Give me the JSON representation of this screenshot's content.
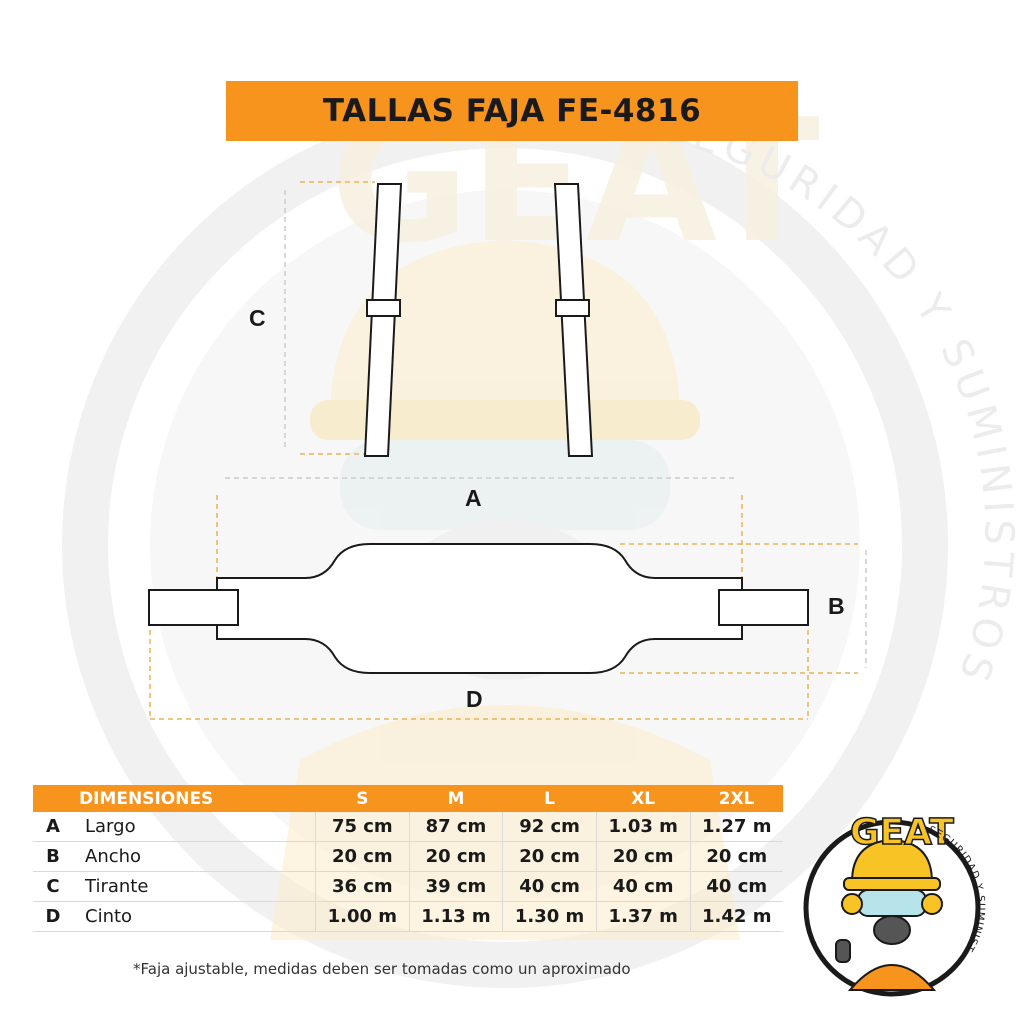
{
  "title": "TALLAS FAJA FE-4816",
  "watermark": {
    "brand": "GEAT",
    "tagline": "SEGURIDAD Y SUMINISTROS"
  },
  "diagram": {
    "labels": {
      "A": "A",
      "B": "B",
      "C": "C",
      "D": "D"
    }
  },
  "table": {
    "header": {
      "dim": "DIMENSIONES",
      "sizes": [
        "S",
        "M",
        "L",
        "XL",
        "2XL"
      ]
    },
    "rows": [
      {
        "letter": "A",
        "name": "Largo",
        "values": [
          "75 cm",
          "87 cm",
          "92 cm",
          "1.03 m",
          "1.27 m"
        ]
      },
      {
        "letter": "B",
        "name": "Ancho",
        "values": [
          "20 cm",
          "20 cm",
          "20 cm",
          "20 cm",
          "20 cm"
        ]
      },
      {
        "letter": "C",
        "name": "Tirante",
        "values": [
          "36 cm",
          "39 cm",
          "40 cm",
          "40 cm",
          "40 cm"
        ]
      },
      {
        "letter": "D",
        "name": "Cinto",
        "values": [
          "1.00 m",
          "1.13 m",
          "1.30 m",
          "1.37 m",
          "1.42 m"
        ]
      }
    ]
  },
  "footnote": "*Faja ajustable, medidas deben ser tomadas como un aproximado",
  "logo": {
    "brand": "GEAT",
    "tagline": "SEGURIDAD Y SUMINISTROS"
  },
  "colors": {
    "accent": "#f7941d",
    "text": "#1a1a1a",
    "guide": "#e8b45a"
  }
}
